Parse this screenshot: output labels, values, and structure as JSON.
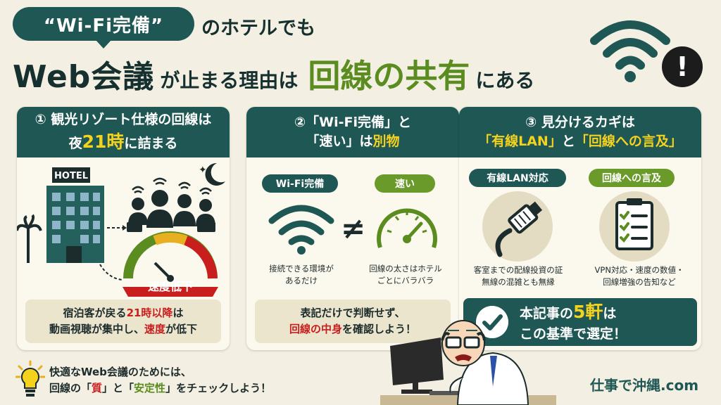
{
  "header": {
    "pill": "“Wi-Fi完備”",
    "sub": "のホテルでも",
    "h1": "Web会議",
    "h2": "が止まる理由は",
    "h3": "回線の共有",
    "h4": "にある",
    "alert": "!"
  },
  "card1": {
    "t1": "① 観光リゾート仕様の回線は",
    "t2a": "夜",
    "t2b": "21時",
    "t2c": "に詰まる",
    "hotel": "HOTEL",
    "speed": "速度低下",
    "n1a": "宿泊客が戻る",
    "n1b": "21時以降",
    "n1c": "は",
    "n2a": "動画視聴が集中し、",
    "n2b": "速度",
    "n2c": "が低下"
  },
  "card2": {
    "t1": "②「Wi-Fi完備」と",
    "t2a": "「速い」は",
    "t2b": "別物",
    "badge1": "Wi-Fi完備",
    "badge2": "速い",
    "neq": "≠",
    "cap1a": "接続できる環境が",
    "cap1b": "あるだけ",
    "cap2a": "回線の太さはホテル",
    "cap2b": "ごとにバラバラ",
    "n1": "表記だけで判断せず、",
    "n2a": "回線の中身",
    "n2b": "を確認しよう！"
  },
  "card3": {
    "t1": "③ 見分けるカギは",
    "t2a": "「有線LAN」",
    "t2b": "と",
    "t2c": "「回線への言及」",
    "badge1": "有線LAN対応",
    "badge2": "回線への言及",
    "cap1a": "客室までの配線投資の証",
    "cap1b": "無線の混雑とも無縁",
    "cap2a": "VPN対応・速度の数値・",
    "cap2b": "回線増強の告知など",
    "box1a": "本記事の",
    "box1b": "5軒",
    "box1c": "は",
    "box2": "この基準で選定！"
  },
  "footer": {
    "l1": "快適なWeb会議のためには、",
    "l2a": "回線の「",
    "l2b": "質",
    "l2c": "」と「",
    "l2d": "安定性",
    "l2e": "」をチェックしよう！",
    "brand": "仕事で沖縄.com"
  },
  "colors": {
    "teal": "#1f5754",
    "green": "#5b8c1f",
    "yellow": "#f4d21e",
    "red": "#c81e1e",
    "cream": "#f3efe2"
  }
}
